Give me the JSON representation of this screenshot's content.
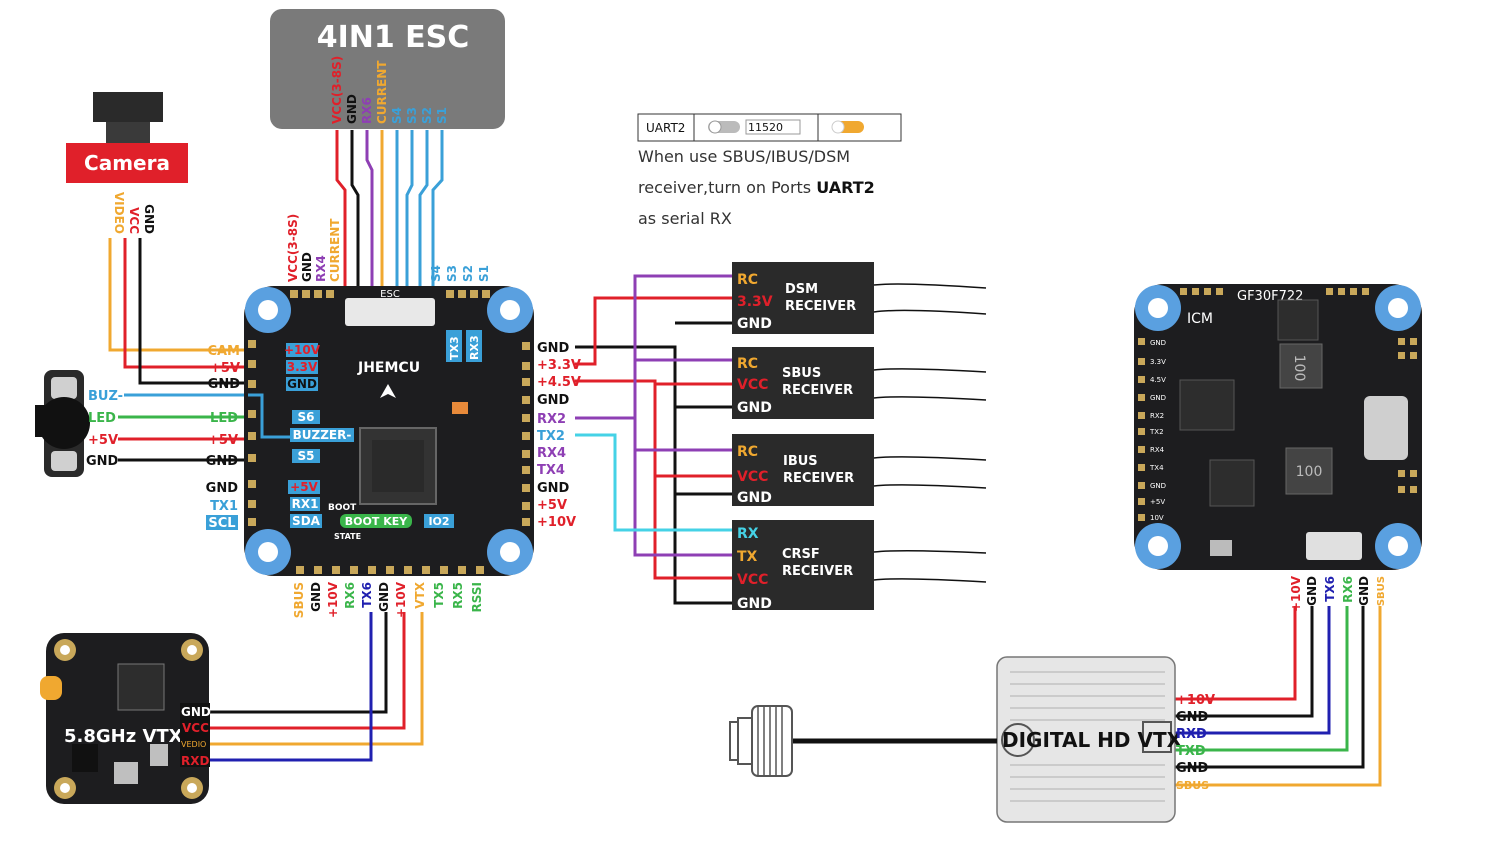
{
  "colors": {
    "red": "#e0202a",
    "black": "#111111",
    "orange": "#f0a830",
    "purple": "#8e3fb4",
    "blue": "#3aa0d8",
    "cyan": "#45d2e6",
    "green": "#3ab54a",
    "navy": "#2020b0",
    "board": "#1d1d1f",
    "pad": "#c9a85a",
    "mount": "#5aa0e0"
  },
  "esc": {
    "title": "4IN1 ESC",
    "pins": [
      "VCC(3-8S)",
      "GND",
      "RX6",
      "CURRENT",
      "S4",
      "S3",
      "S2",
      "S1"
    ]
  },
  "camera": {
    "label": "Camera",
    "pins": [
      "VIDEO",
      "VCC",
      "GND"
    ]
  },
  "buzzer": {
    "pins": [
      "BUZ-",
      "LED",
      "+5V",
      "GND"
    ]
  },
  "fc_main": {
    "brand": "JHEMCU",
    "esc_header": "ESC",
    "top_pins": [
      "VCC(3-8S)",
      "GND",
      "RX4",
      "CURRENT"
    ],
    "top_right_pins": [
      "S4",
      "S3",
      "S2",
      "S1"
    ],
    "left_pins": [
      "CAM",
      "+5V",
      "GND",
      "LED",
      "+5V",
      "GND",
      "GND",
      "TX1",
      "SCL"
    ],
    "inner_left": [
      "+10V",
      "3.3V",
      "GND",
      "S6",
      "BUZZER-",
      "S5",
      "+5V",
      "RX1",
      "SDA"
    ],
    "inner_misc": [
      "TX3",
      "RX3",
      "BOOT",
      "BOOT KEY",
      "IO2",
      "STATE"
    ],
    "right_pins": [
      "GND",
      "+3.3V",
      "+4.5V",
      "GND",
      "RX2",
      "TX2",
      "RX4",
      "TX4",
      "GND",
      "+5V",
      "+10V"
    ],
    "bottom_pins": [
      "SBUS",
      "GND",
      "+10V",
      "RX6",
      "TX6",
      "GND",
      "+10V",
      "VTX",
      "TX5",
      "RX5",
      "RSSI"
    ]
  },
  "uart_panel": {
    "port": "UART2",
    "baud": "11520",
    "note_line1": "When use SBUS/IBUS/DSM",
    "note_line2_pre": "receiver,turn on Ports ",
    "note_line2_bold": "UART2",
    "note_line3": "as serial RX"
  },
  "receivers": [
    {
      "name_line1": "DSM",
      "name_line2": "RECEIVER",
      "pins": [
        "RC",
        "3.3V",
        "GND"
      ]
    },
    {
      "name_line1": "SBUS",
      "name_line2": "RECEIVER",
      "pins": [
        "RC",
        "VCC",
        "GND"
      ]
    },
    {
      "name_line1": "IBUS",
      "name_line2": "RECEIVER",
      "pins": [
        "RC",
        "VCC",
        "GND"
      ]
    },
    {
      "name_line1": "CRSF",
      "name_line2": "RECEIVER",
      "pins": [
        "RX",
        "TX",
        "VCC",
        "GND"
      ]
    }
  ],
  "vtx_analog": {
    "label": "5.8GHz VTX",
    "pins": [
      "GND",
      "VCC",
      "VEDIO",
      "RXD"
    ]
  },
  "fc_second": {
    "name": "GF30F722",
    "chip_label": "ICM",
    "inductor1": "100",
    "inductor2": "100",
    "left_pads": [
      "GND",
      "3.3V",
      "4.5V",
      "GND",
      "RX2",
      "TX2",
      "RX4",
      "TX4",
      "GND",
      "+5V",
      "10V"
    ],
    "bottom_pins": [
      "+10V",
      "GND",
      "TX6",
      "RX6",
      "GND",
      "SBUS"
    ]
  },
  "digital_vtx": {
    "label": "DIGITAL HD VTX",
    "pins": [
      "+10V",
      "GND",
      "RXD",
      "TXD",
      "GND",
      "SBUS"
    ]
  }
}
